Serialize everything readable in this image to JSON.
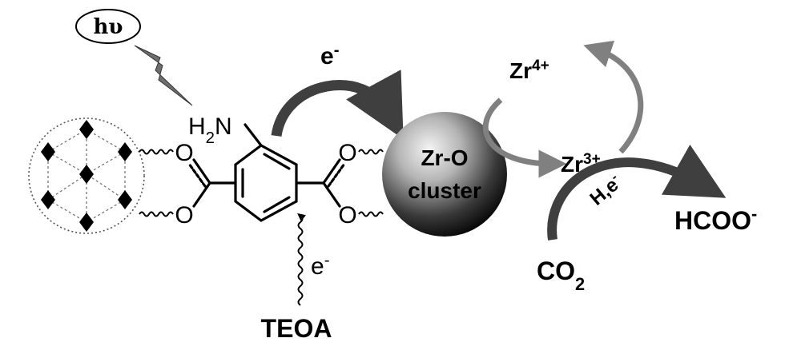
{
  "labels": {
    "photon": "hυ",
    "amine": "H2N",
    "electron": "e-",
    "teoa": "TEOA",
    "cluster_line1": "Zr-O",
    "cluster_line2": "cluster",
    "zr4": "Zr4+",
    "zr3": "Zr3+",
    "co2": "CO2",
    "h_e": "H,e-",
    "formate": "HCOO-"
  },
  "colors": {
    "background": "#ffffff",
    "ink": "#000000",
    "arrow_gray": "#808080",
    "arrow_dark": "#3f3f3f",
    "cluster_highlight": "#f4f4f4",
    "cluster_shadow": "#0a0a0a"
  }
}
